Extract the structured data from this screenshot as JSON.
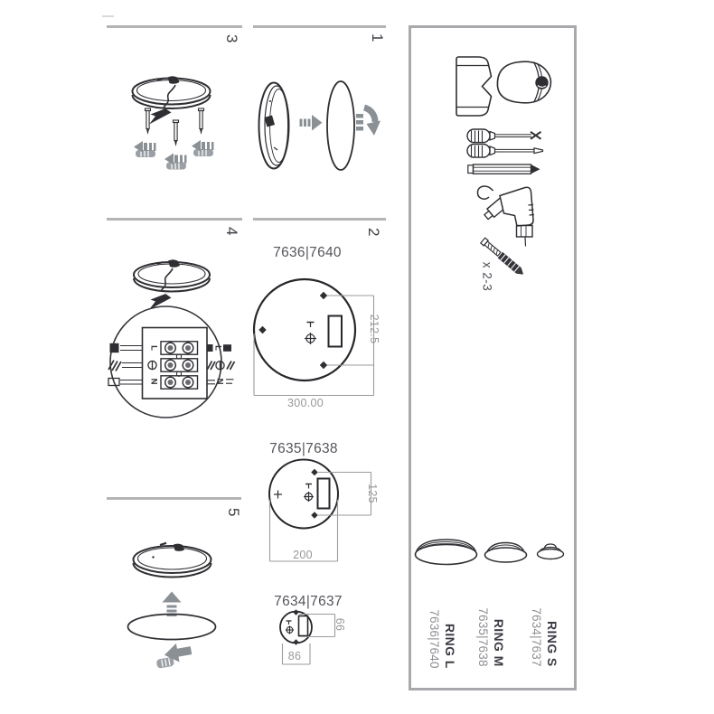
{
  "steps": [
    {
      "number": "1"
    },
    {
      "number": "2"
    },
    {
      "number": "3"
    },
    {
      "number": "4"
    },
    {
      "number": "5"
    }
  ],
  "diagrams": [
    {
      "label": "7636|7640",
      "diameter": "300.00",
      "hole_spacing": "212.5"
    },
    {
      "label": "7635|7638",
      "diameter": "200",
      "hole_spacing": "125"
    },
    {
      "label": "7634|7637",
      "diameter": "86",
      "hole_spacing": "66"
    }
  ],
  "parts_panel": {
    "anchors_quantity": "x 2-3",
    "products": [
      {
        "name": "RING S",
        "codes": "7634|7637"
      },
      {
        "name": "RING M",
        "codes": "7635|7638"
      },
      {
        "name": "RING L",
        "codes": "7636|7640"
      }
    ]
  },
  "wiring": {
    "live": "L",
    "neutral": "N"
  },
  "colors": {
    "line": "#2e2e33",
    "icon_gray": "#8b9095",
    "divider": "#b4b4b4",
    "panel_border": "#a9a9ad",
    "dimension_gray": "#98989c",
    "label_dark": "#3b3b43",
    "label_gray": "#8f8f94",
    "part_number_text": "#55555c"
  }
}
